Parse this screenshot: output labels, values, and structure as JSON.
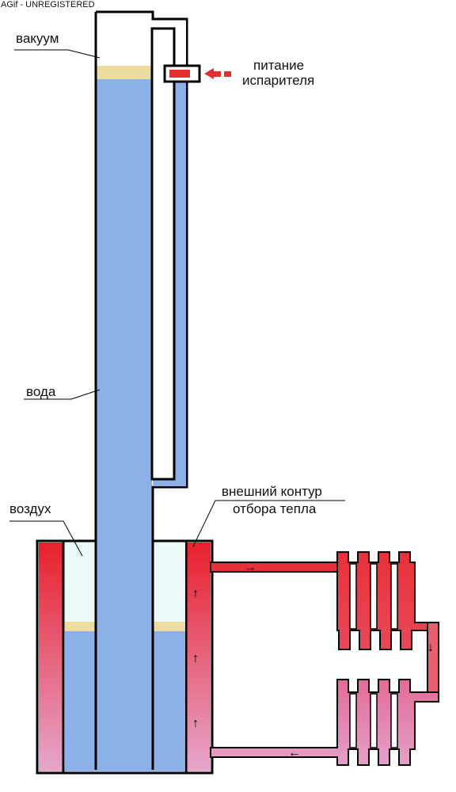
{
  "watermark": "AGif - UNREGISTERED",
  "labels": {
    "vacuum": "вакуум",
    "water": "вода",
    "air": "воздух",
    "evaporator_feed_line1": "питание",
    "evaporator_feed_line2": "испарителя",
    "external_loop_line1": "внешний контур",
    "external_loop_line2": "отбора тепла"
  },
  "colors": {
    "water": "#8cb0e8",
    "vacuum": "#ffffff",
    "interface": "#ecdca0",
    "air": "#eaf8f8",
    "hot": "#e8303a",
    "cool": "#e59ac4",
    "outline": "#000000",
    "feed_arrow": "#e03030"
  },
  "arrows": {
    "up_arrows_count": 3,
    "flow_right": "→",
    "flow_left": "←",
    "flow_down": "↓",
    "flow_up": "↑"
  }
}
